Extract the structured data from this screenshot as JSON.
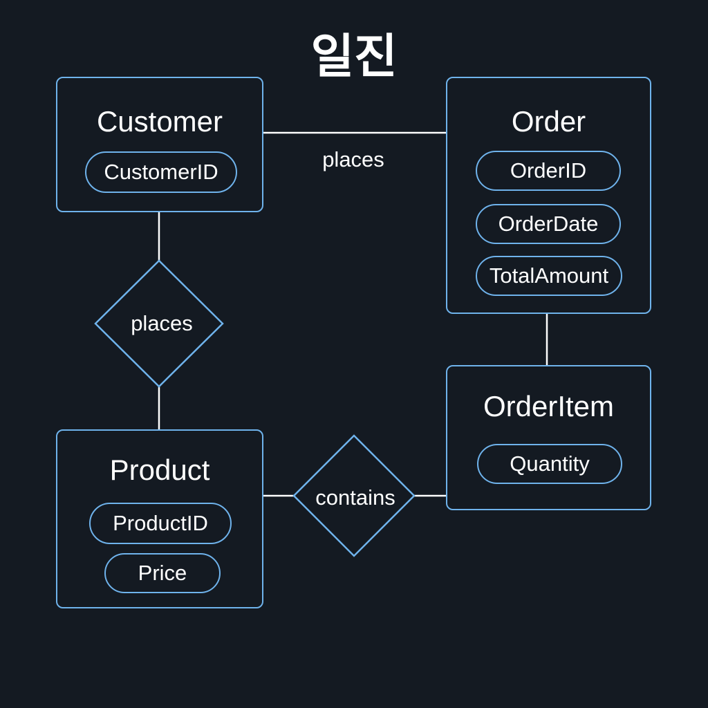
{
  "title": "일진",
  "entities": {
    "customer": {
      "name": "Customer",
      "attributes": [
        "CustomerID"
      ]
    },
    "order": {
      "name": "Order",
      "attributes": [
        "OrderID",
        "OrderDate",
        "TotalAmount"
      ]
    },
    "product": {
      "name": "Product",
      "attributes": [
        "ProductID",
        "Price"
      ]
    },
    "order_item": {
      "name": "OrderItem",
      "attributes": [
        "Quantity"
      ]
    }
  },
  "relationships": {
    "customer_order_label": "places",
    "customer_product": "places",
    "product_order_item": "contains"
  },
  "colors": {
    "background": "#141a22",
    "border": "#6fb3ec",
    "line": "#ffffff",
    "text": "#ffffff"
  }
}
